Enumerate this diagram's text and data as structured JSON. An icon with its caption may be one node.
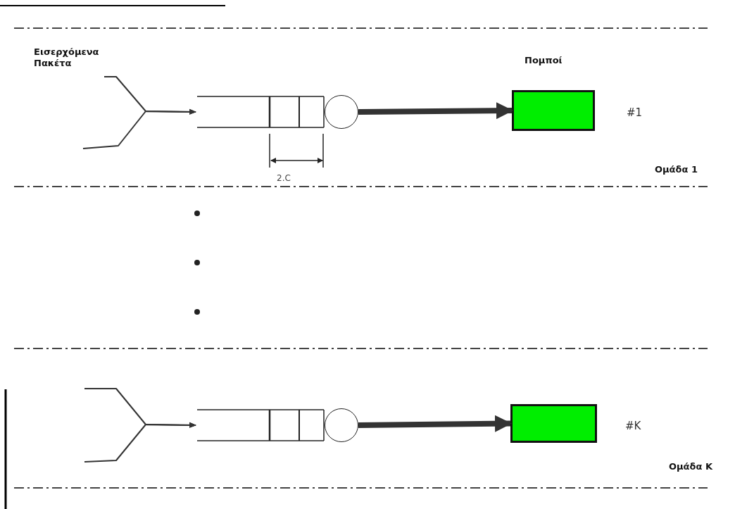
{
  "diagram": {
    "nodes": [
      {
        "text": [],
        "shape": "box"
      },
      {
        "text": [],
        "shape": "circle"
      },
      {
        "text": [],
        "shape": "box",
        "beside": [
          "#1"
        ]
      },
      {
        "text": [],
        "shape": "box"
      },
      {
        "text": [],
        "shape": "circle"
      },
      {
        "text": [],
        "shape": "box",
        "beside": [
          "#K"
        ]
      }
    ],
    "edges": [
      {
        "from": null,
        "to": 0,
        "arrow": "to"
      },
      {
        "from": null,
        "to": 0,
        "arrow": "to"
      },
      {
        "from": 1,
        "to": 2,
        "arrow": "to",
        "style": "thick"
      },
      {
        "from": null,
        "to": 3,
        "arrow": "to"
      },
      {
        "from": null,
        "to": 3,
        "arrow": "to"
      },
      {
        "from": 4,
        "to": 5,
        "arrow": "to",
        "style": "thick"
      }
    ],
    "labels": [
      "Εισερχόμενα Πακέτα",
      "Πομποί",
      "2.C",
      "Ομάδα 1",
      "Ομάδα K"
    ]
  }
}
